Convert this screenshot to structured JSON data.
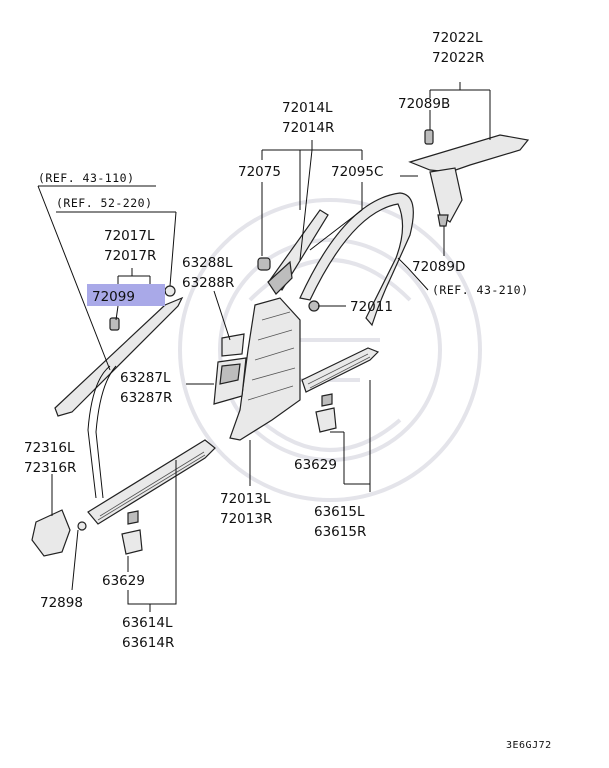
{
  "parts": {
    "p72022": [
      "72022L",
      "72022R"
    ],
    "p72089B": "72089B",
    "p72014": [
      "72014L",
      "72014R"
    ],
    "p72075": "72075",
    "p72095C": "72095C",
    "ref43_110": "(REF. 43-110)",
    "ref52_220": "(REF. 52-220)",
    "p72017": [
      "72017L",
      "72017R"
    ],
    "p72099": "72099",
    "p63288": [
      "63288L",
      "63288R"
    ],
    "p72089D": "72089D",
    "ref43_210": "(REF. 43-210)",
    "p72011": "72011",
    "p63287": [
      "63287L",
      "63287R"
    ],
    "p72316": [
      "72316L",
      "72316R"
    ],
    "p63629_right": "63629",
    "p72013": [
      "72013L",
      "72013R"
    ],
    "p63615": [
      "63615L",
      "63615R"
    ],
    "p63629_left": "63629",
    "p72898": "72898",
    "p63614": [
      "63614L",
      "63614R"
    ]
  },
  "highlight_color": "#a9a9e8",
  "drawing_code": "3E6GJ72"
}
